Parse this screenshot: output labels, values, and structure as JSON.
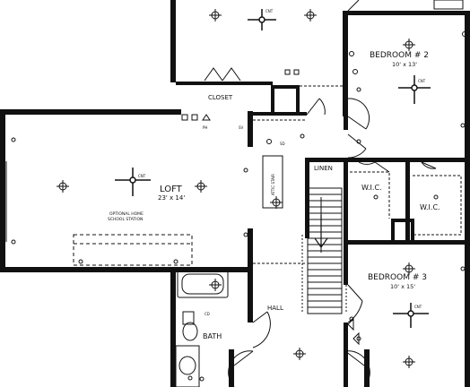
{
  "rooms": {
    "bedroom2": {
      "name": "BEDROOM # 2",
      "dims": "10' x 13'"
    },
    "bedroom3": {
      "name": "BEDROOM # 3",
      "dims": "10' x 15'"
    },
    "loft": {
      "name": "LOFT",
      "dims": "23' x 14'"
    },
    "closet": "CLOSET",
    "linen": "LINEN",
    "wic1": "W.I.C.",
    "wic2": "W.I.C.",
    "hall": "HALL",
    "bath": "BATH"
  },
  "notes": {
    "school_station_line1": "OPTIONAL HOME",
    "school_station_line2": "SCHOOL STATION",
    "attic_stair": "ATTIC STAIR"
  },
  "device_labels": {
    "fan_cnt": "CNT",
    "smoke_sd": "SD",
    "switch_ph": "PH",
    "switch_sv": "SV",
    "cd": "CD"
  }
}
